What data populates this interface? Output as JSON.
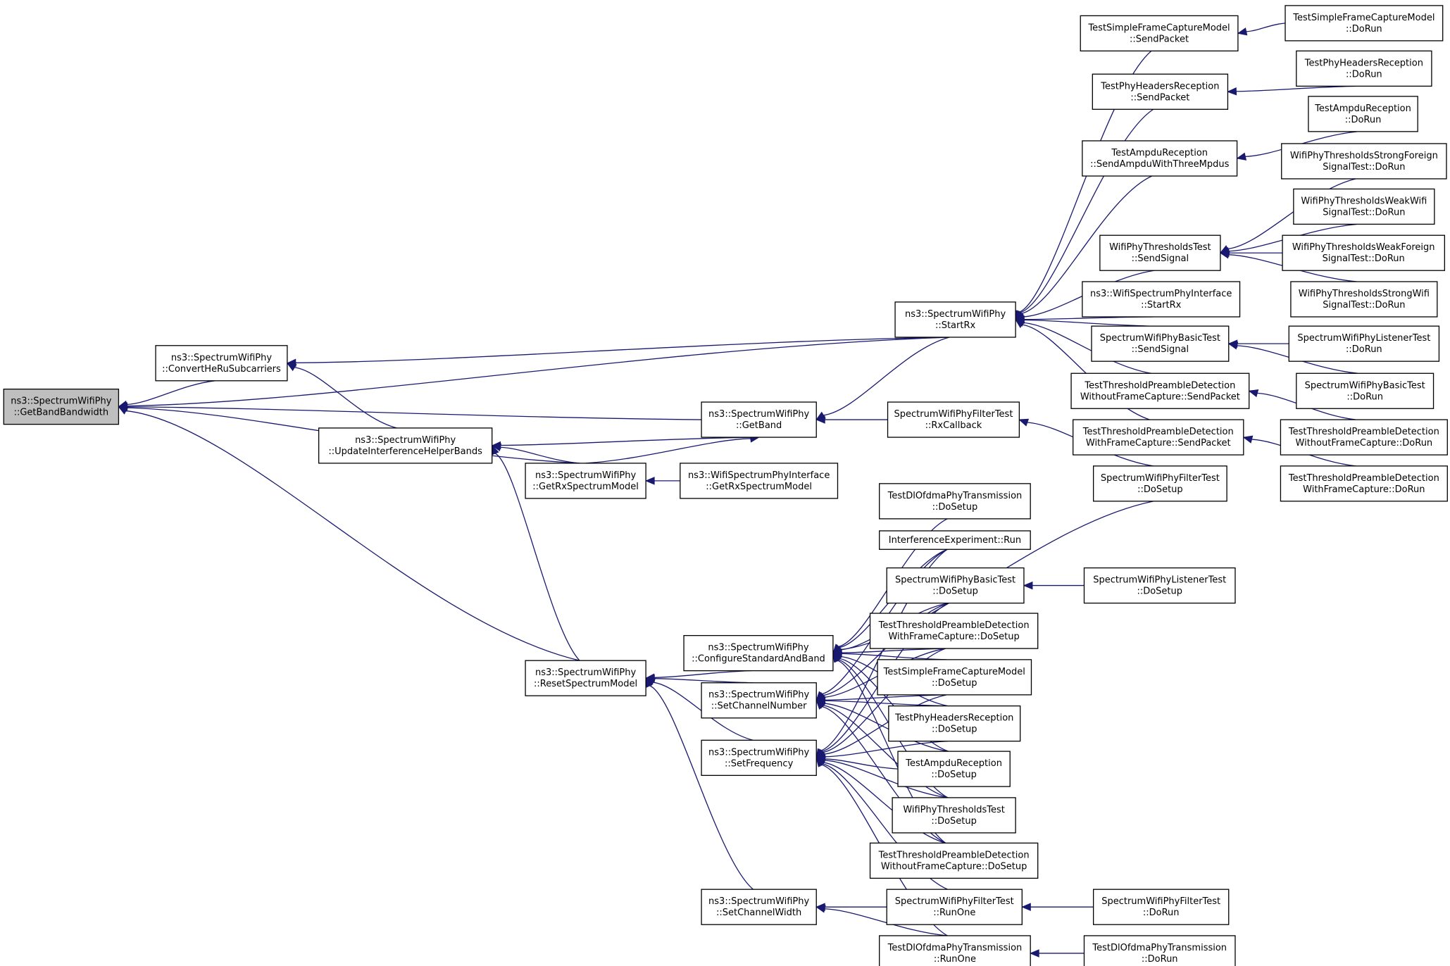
{
  "graph": {
    "nodes": [
      {
        "id": "root",
        "lines": [
          "ns3::SpectrumWifiPhy",
          "::GetBandBandwidth"
        ],
        "root": true
      },
      {
        "id": "convertHe",
        "lines": [
          "ns3::SpectrumWifiPhy",
          "::ConvertHeRuSubcarriers"
        ]
      },
      {
        "id": "updateIH",
        "lines": [
          "ns3::SpectrumWifiPhy",
          "::UpdateInterferenceHelperBands"
        ]
      },
      {
        "id": "resetSM",
        "lines": [
          "ns3::SpectrumWifiPhy",
          "::ResetSpectrumModel"
        ]
      },
      {
        "id": "getRxSM",
        "lines": [
          "ns3::SpectrumWifiPhy",
          "::GetRxSpectrumModel"
        ]
      },
      {
        "id": "getBand",
        "lines": [
          "ns3::SpectrumWifiPhy",
          "::GetBand"
        ]
      },
      {
        "id": "ifaceGetRxSM",
        "lines": [
          "ns3::WifiSpectrumPhyInterface",
          "::GetRxSpectrumModel"
        ]
      },
      {
        "id": "startRx",
        "lines": [
          "ns3::SpectrumWifiPhy",
          "::StartRx"
        ]
      },
      {
        "id": "filterRxCb",
        "lines": [
          "SpectrumWifiPhyFilterTest",
          "::RxCallback"
        ]
      },
      {
        "id": "confStd",
        "lines": [
          "ns3::SpectrumWifiPhy",
          "::ConfigureStandardAndBand"
        ]
      },
      {
        "id": "setChNum",
        "lines": [
          "ns3::SpectrumWifiPhy",
          "::SetChannelNumber"
        ]
      },
      {
        "id": "setFreq",
        "lines": [
          "ns3::SpectrumWifiPhy",
          "::SetFrequency"
        ]
      },
      {
        "id": "setChW",
        "lines": [
          "ns3::SpectrumWifiPhy",
          "::SetChannelWidth"
        ]
      },
      {
        "id": "sfcSend",
        "lines": [
          "TestSimpleFrameCaptureModel",
          "::SendPacket"
        ]
      },
      {
        "id": "phrSend",
        "lines": [
          "TestPhyHeadersReception",
          "::SendPacket"
        ]
      },
      {
        "id": "ampduSend",
        "lines": [
          "TestAmpduReception",
          "::SendAmpduWithThreeMpdus"
        ]
      },
      {
        "id": "thrSend",
        "lines": [
          "WifiPhyThresholdsTest",
          "::SendSignal"
        ]
      },
      {
        "id": "ifaceStartRx",
        "lines": [
          "ns3::WifiSpectrumPhyInterface",
          "::StartRx"
        ]
      },
      {
        "id": "basicSend",
        "lines": [
          "SpectrumWifiPhyBasicTest",
          "::SendSignal"
        ]
      },
      {
        "id": "tpdWoSend",
        "lines": [
          "TestThresholdPreambleDetection",
          "WithoutFrameCapture::SendPacket"
        ]
      },
      {
        "id": "tpdWSend",
        "lines": [
          "TestThresholdPreambleDetection",
          "WithFrameCapture::SendPacket"
        ]
      },
      {
        "id": "filterDoSetup",
        "lines": [
          "SpectrumWifiPhyFilterTest",
          "::DoSetup"
        ]
      },
      {
        "id": "sfcRun",
        "lines": [
          "TestSimpleFrameCaptureModel",
          "::DoRun"
        ]
      },
      {
        "id": "phrRun",
        "lines": [
          "TestPhyHeadersReception",
          "::DoRun"
        ]
      },
      {
        "id": "ampduRun",
        "lines": [
          "TestAmpduReception",
          "::DoRun"
        ]
      },
      {
        "id": "strongForeign",
        "lines": [
          "WifiPhyThresholdsStrongForeign",
          "SignalTest::DoRun"
        ]
      },
      {
        "id": "weakWifi",
        "lines": [
          "WifiPhyThresholdsWeakWifi",
          "SignalTest::DoRun"
        ]
      },
      {
        "id": "weakForeign",
        "lines": [
          "WifiPhyThresholdsWeakForeign",
          "SignalTest::DoRun"
        ]
      },
      {
        "id": "strongWifi",
        "lines": [
          "WifiPhyThresholdsStrongWifi",
          "SignalTest::DoRun"
        ]
      },
      {
        "id": "listenerRun",
        "lines": [
          "SpectrumWifiPhyListenerTest",
          "::DoRun"
        ]
      },
      {
        "id": "basicRun",
        "lines": [
          "SpectrumWifiPhyBasicTest",
          "::DoRun"
        ]
      },
      {
        "id": "tpdWoRun",
        "lines": [
          "TestThresholdPreambleDetection",
          "WithoutFrameCapture::DoRun"
        ]
      },
      {
        "id": "tpdWRun",
        "lines": [
          "TestThresholdPreambleDetection",
          "WithFrameCapture::DoRun"
        ]
      },
      {
        "id": "dlTxSetup",
        "lines": [
          "TestDlOfdmaPhyTransmission",
          "::DoSetup"
        ]
      },
      {
        "id": "ieRun",
        "lines": [
          "InterferenceExperiment::Run"
        ]
      },
      {
        "id": "basicSetup",
        "lines": [
          "SpectrumWifiPhyBasicTest",
          "::DoSetup"
        ]
      },
      {
        "id": "tpdWSetup",
        "lines": [
          "TestThresholdPreambleDetection",
          "WithFrameCapture::DoSetup"
        ]
      },
      {
        "id": "sfcSetup",
        "lines": [
          "TestSimpleFrameCaptureModel",
          "::DoSetup"
        ]
      },
      {
        "id": "phrSetup",
        "lines": [
          "TestPhyHeadersReception",
          "::DoSetup"
        ]
      },
      {
        "id": "ampduSetup",
        "lines": [
          "TestAmpduReception",
          "::DoSetup"
        ]
      },
      {
        "id": "thrSetup",
        "lines": [
          "WifiPhyThresholdsTest",
          "::DoSetup"
        ]
      },
      {
        "id": "tpdWoSetup",
        "lines": [
          "TestThresholdPreambleDetection",
          "WithoutFrameCapture::DoSetup"
        ]
      },
      {
        "id": "filterRunOne",
        "lines": [
          "SpectrumWifiPhyFilterTest",
          "::RunOne"
        ]
      },
      {
        "id": "dlTxRunOne",
        "lines": [
          "TestDlOfdmaPhyTransmission",
          "::RunOne"
        ]
      },
      {
        "id": "listenerSetup",
        "lines": [
          "SpectrumWifiPhyListenerTest",
          "::DoSetup"
        ]
      },
      {
        "id": "filterDoRun",
        "lines": [
          "SpectrumWifiPhyFilterTest",
          "::DoRun"
        ]
      },
      {
        "id": "dlTxDoRun",
        "lines": [
          "TestDlOfdmaPhyTransmission",
          "::DoRun"
        ]
      }
    ],
    "edges": [
      [
        "convertHe",
        "root"
      ],
      [
        "startRx",
        "root"
      ],
      [
        "getBand",
        "root"
      ],
      [
        "getRxSM",
        "root"
      ],
      [
        "resetSM",
        "root"
      ],
      [
        "startRx",
        "convertHe"
      ],
      [
        "updateIH",
        "convertHe"
      ],
      [
        "getBand",
        "updateIH"
      ],
      [
        "getRxSM",
        "updateIH"
      ],
      [
        "resetSM",
        "updateIH"
      ],
      [
        "startRx",
        "getBand"
      ],
      [
        "filterRxCb",
        "getBand"
      ],
      [
        "getRxSM",
        "getBand"
      ],
      [
        "ifaceGetRxSM",
        "getRxSM"
      ],
      [
        "confStd",
        "resetSM"
      ],
      [
        "setChNum",
        "resetSM"
      ],
      [
        "setFreq",
        "resetSM"
      ],
      [
        "setChW",
        "resetSM"
      ],
      [
        "sfcSend",
        "startRx"
      ],
      [
        "phrSend",
        "startRx"
      ],
      [
        "ampduSend",
        "startRx"
      ],
      [
        "thrSend",
        "startRx"
      ],
      [
        "ifaceStartRx",
        "startRx"
      ],
      [
        "basicSend",
        "startRx"
      ],
      [
        "tpdWoSend",
        "startRx"
      ],
      [
        "tpdWSend",
        "startRx"
      ],
      [
        "filterDoSetup",
        "filterRxCb"
      ],
      [
        "sfcRun",
        "sfcSend"
      ],
      [
        "phrRun",
        "phrSend"
      ],
      [
        "ampduRun",
        "ampduSend"
      ],
      [
        "strongForeign",
        "thrSend"
      ],
      [
        "weakWifi",
        "thrSend"
      ],
      [
        "weakForeign",
        "thrSend"
      ],
      [
        "strongWifi",
        "thrSend"
      ],
      [
        "listenerRun",
        "basicSend"
      ],
      [
        "basicRun",
        "basicSend"
      ],
      [
        "tpdWoRun",
        "tpdWoSend"
      ],
      [
        "tpdWRun",
        "tpdWSend"
      ],
      [
        "filterDoSetup",
        "confStd"
      ],
      [
        "dlTxSetup",
        "confStd"
      ],
      [
        "ieRun",
        "confStd"
      ],
      [
        "basicSetup",
        "confStd"
      ],
      [
        "tpdWSetup",
        "confStd"
      ],
      [
        "sfcSetup",
        "confStd"
      ],
      [
        "phrSetup",
        "confStd"
      ],
      [
        "ampduSetup",
        "confStd"
      ],
      [
        "thrSetup",
        "confStd"
      ],
      [
        "tpdWoSetup",
        "confStd"
      ],
      [
        "ieRun",
        "setChNum"
      ],
      [
        "basicSetup",
        "setChNum"
      ],
      [
        "tpdWSetup",
        "setChNum"
      ],
      [
        "sfcSetup",
        "setChNum"
      ],
      [
        "phrSetup",
        "setChNum"
      ],
      [
        "ampduSetup",
        "setChNum"
      ],
      [
        "thrSetup",
        "setChNum"
      ],
      [
        "tpdWoSetup",
        "setChNum"
      ],
      [
        "ieRun",
        "setFreq"
      ],
      [
        "basicSetup",
        "setFreq"
      ],
      [
        "tpdWSetup",
        "setFreq"
      ],
      [
        "sfcSetup",
        "setFreq"
      ],
      [
        "phrSetup",
        "setFreq"
      ],
      [
        "ampduSetup",
        "setFreq"
      ],
      [
        "thrSetup",
        "setFreq"
      ],
      [
        "tpdWoSetup",
        "setFreq"
      ],
      [
        "filterRunOne",
        "setFreq"
      ],
      [
        "dlTxRunOne",
        "setFreq"
      ],
      [
        "filterRunOne",
        "setChW"
      ],
      [
        "dlTxRunOne",
        "setChW"
      ],
      [
        "listenerSetup",
        "basicSetup"
      ],
      [
        "filterDoRun",
        "filterRunOne"
      ],
      [
        "dlTxDoRun",
        "dlTxRunOne"
      ]
    ]
  }
}
